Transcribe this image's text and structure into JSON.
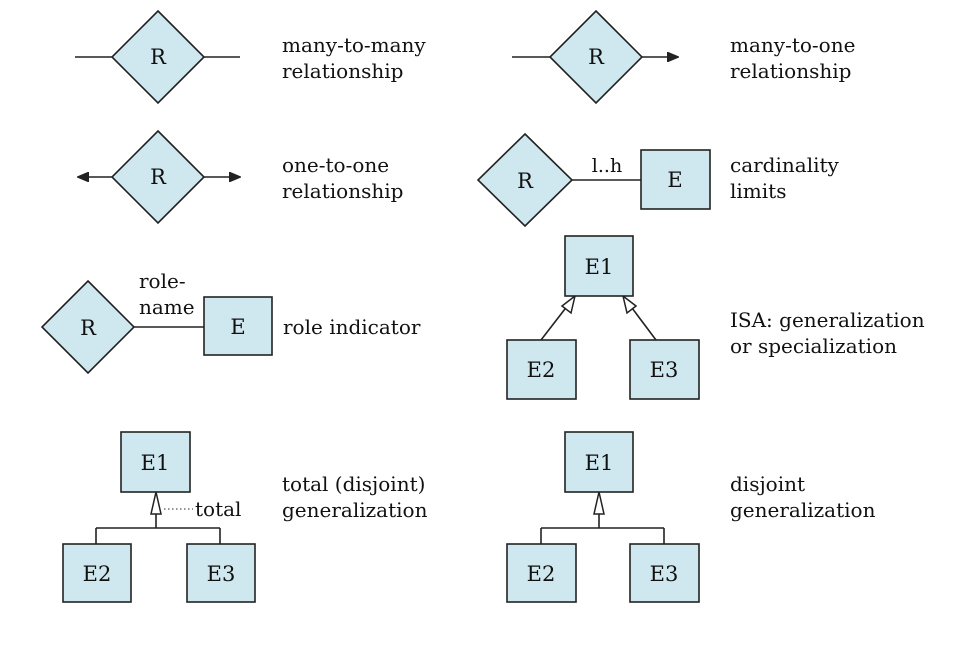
{
  "colors": {
    "shape_fill": "#cfe7ee",
    "stroke": "#222222",
    "background": "#ffffff"
  },
  "symbols": {
    "relationship_label": "R",
    "entity_label": "E",
    "superclass_label": "E1",
    "subclass_left_label": "E2",
    "subclass_right_label": "E3"
  },
  "legend": {
    "many_to_many": [
      "many-to-many",
      "relationship"
    ],
    "many_to_one": [
      "many-to-one",
      "relationship"
    ],
    "one_to_one": [
      "one-to-one",
      "relationship"
    ],
    "cardinality": [
      "cardinality",
      "limits"
    ],
    "role_indicator": [
      "role indicator"
    ],
    "isa": [
      "ISA: generalization",
      "or specialization"
    ],
    "total": [
      "total (disjoint)",
      "generalization"
    ],
    "disjoint": [
      "disjoint",
      "generalization"
    ]
  },
  "annotations": {
    "cardinality_range": "l..h",
    "role_name_line1": "role-",
    "role_name_line2": "name",
    "total_tag": "total"
  }
}
